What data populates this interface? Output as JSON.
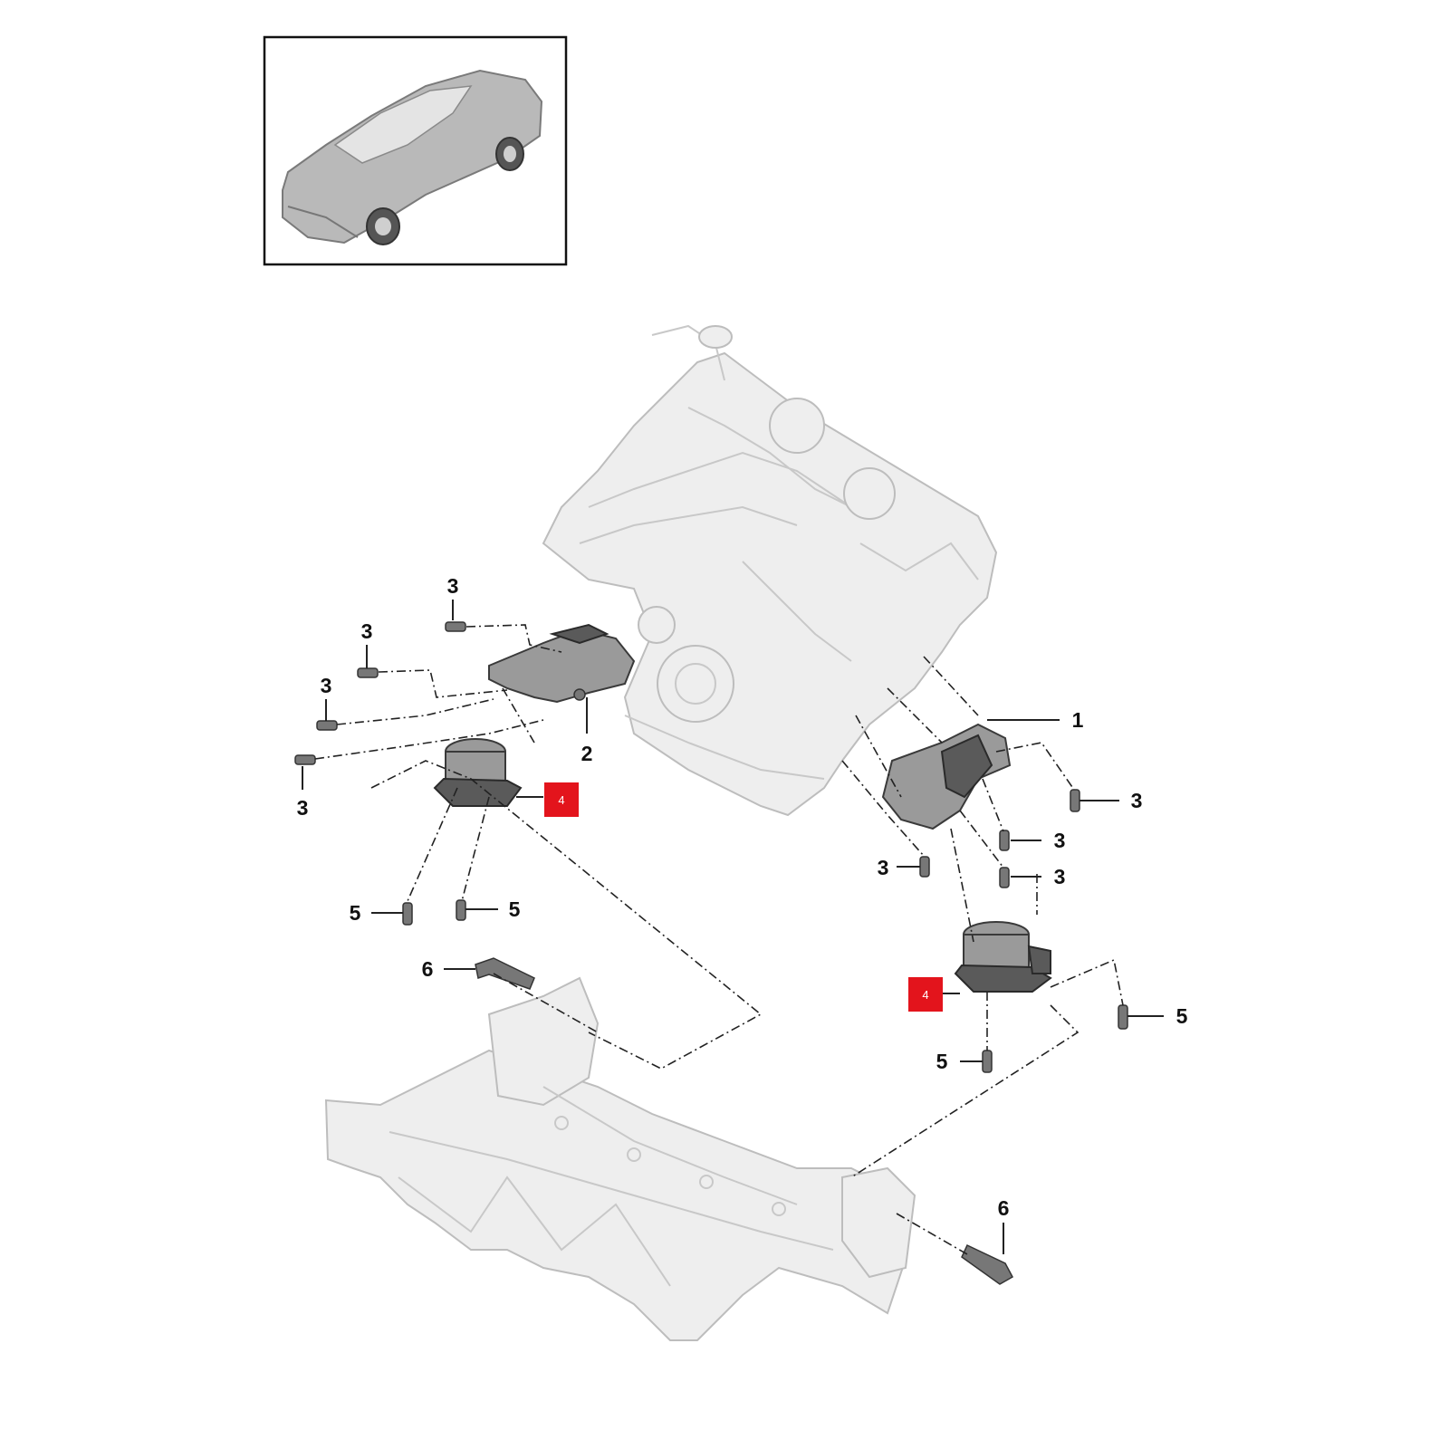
{
  "callouts": {
    "c1": "1",
    "c2": "2",
    "c3a": "3",
    "c3b": "3",
    "c3c": "3",
    "c3d": "3",
    "c3e": "3",
    "c3f": "3",
    "c3g": "3",
    "c3h": "3",
    "c4a": "4",
    "c4b": "4",
    "c5a": "5",
    "c5b": "5",
    "c5c": "5",
    "c5d": "5",
    "c6a": "6",
    "c6b": "6"
  },
  "colors": {
    "highlight": "#e3141c",
    "ghost_fill": "#eeeeee",
    "ghost_stroke": "#bdbdbd",
    "part_fill": "#9a9a9a",
    "text": "#111111"
  },
  "icons": {
    "vehicle": "car-thumbnail-icon"
  }
}
